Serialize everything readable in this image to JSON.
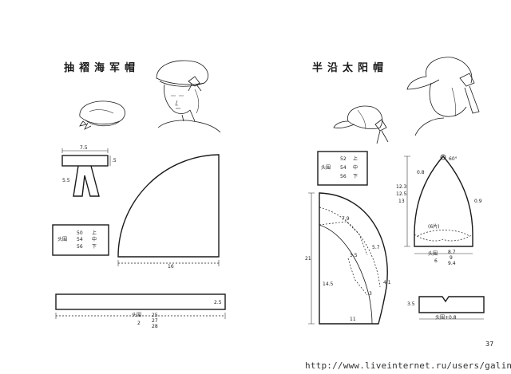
{
  "left": {
    "title": "抽褶海军帽",
    "brim_width": "7.5",
    "band_depth": ".5",
    "tail": "5.5",
    "size_table": [
      {
        "label": "",
        "value": "50",
        "size": "上"
      },
      {
        "label": "头围",
        "value": "54",
        "size": "中"
      },
      {
        "label": "",
        "value": "56",
        "size": "下"
      }
    ],
    "quarter_radius": "16",
    "strip_height": "2.5",
    "strip_label": "头围",
    "strip_values": [
      "25",
      "27",
      "28"
    ],
    "strip_divisor": "2"
  },
  "right": {
    "title": "半沿太阳帽",
    "size_table": [
      {
        "label": "",
        "value": "52",
        "size": "上"
      },
      {
        "label": "头围",
        "value": "54",
        "size": "中"
      },
      {
        "label": "",
        "value": "56",
        "size": "下"
      }
    ],
    "brim_height": "21",
    "brim_base": "11",
    "brim_curve": [
      "7.9",
      "5.7",
      "4.1",
      "3"
    ],
    "brim_inner_height": "14.5",
    "brim_inner_mark": "3.5",
    "panel_angle": "60°",
    "panel_side_left": "0.8",
    "panel_side_right": "0.9",
    "panel_heights": [
      "12.3",
      "12.5",
      "13"
    ],
    "panel_label": "(6片)",
    "panel_base_label": "头围",
    "panel_base_values": [
      "8.7",
      "9",
      "9.4"
    ],
    "panel_base_divisor": "6",
    "band_height": "3.5",
    "band_label": "头围+0.8"
  },
  "page_number": "37",
  "watermark": "http://www.liveinternet.ru/users/galina_o/"
}
